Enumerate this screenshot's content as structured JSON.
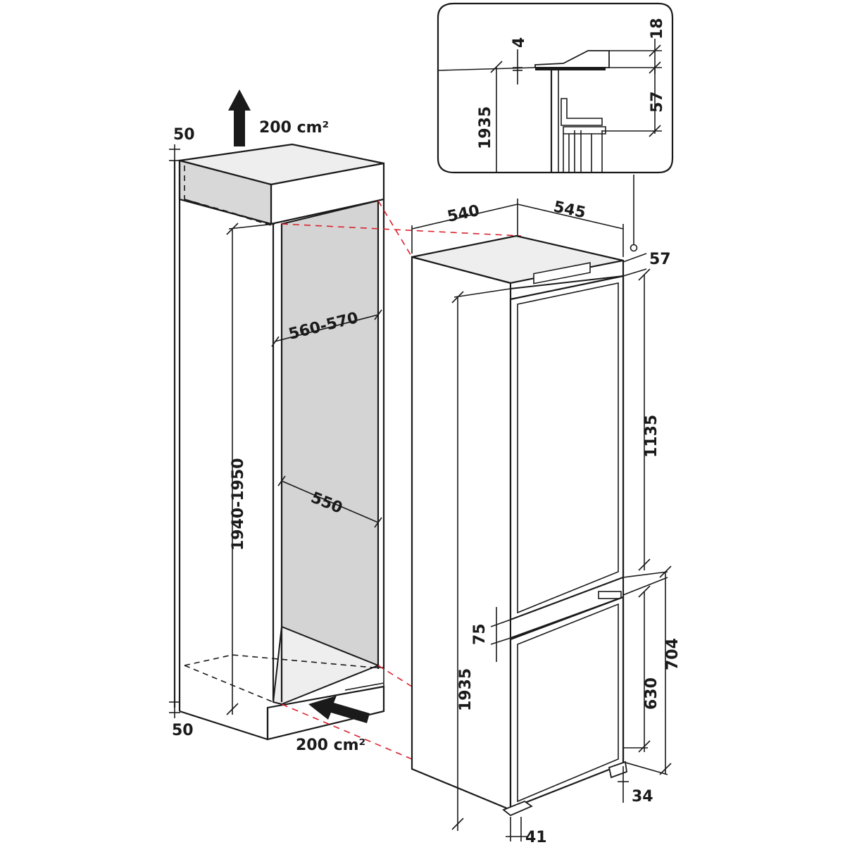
{
  "labels": {
    "airflow_top": "200 cm²",
    "airflow_bottom": "200 cm²",
    "gap_top": "50",
    "gap_bottom": "50",
    "niche_height": "1940-1950",
    "niche_width": "560-570",
    "niche_depth": "550",
    "appliance_depth_body": "540",
    "appliance_depth_total": "545",
    "top_offset": "57",
    "appliance_height_front": "1935",
    "fridge_door": "1135",
    "door_gap": "75",
    "freezer_door": "630",
    "lower_section": "704",
    "base_offset": "34",
    "foot": "41",
    "detail_gap": "4",
    "detail_top": "18",
    "detail_bracket": "57",
    "detail_height": "1935"
  },
  "colors": {
    "line": "#1a1a1a",
    "guide": "#d9232e",
    "niche_back": "#d4d4d4"
  },
  "icons": {
    "airflow_up": "arrow-up-icon",
    "airflow_in": "arrow-left-icon"
  }
}
